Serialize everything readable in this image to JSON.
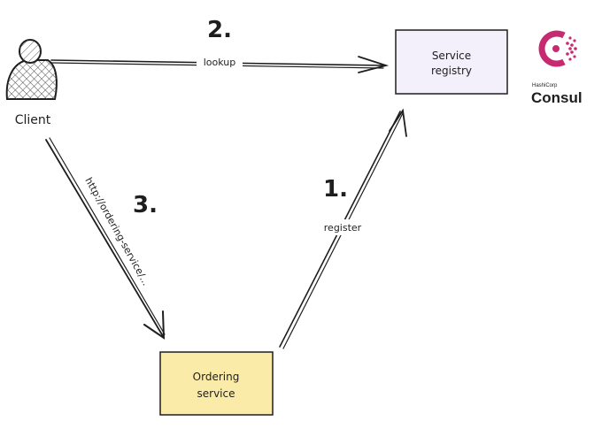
{
  "client": {
    "label": "Client"
  },
  "service_registry": {
    "line1": "Service",
    "line2": "registry",
    "fill": "#f3effb"
  },
  "ordering_service": {
    "line1": "Ordering",
    "line2": "service",
    "fill": "#fbeba8"
  },
  "edges": {
    "lookup": "lookup",
    "register": "register",
    "url": "http://ordering-service/..."
  },
  "steps": {
    "one": "1.",
    "two": "2.",
    "three": "3."
  },
  "logo": {
    "top": "HashiCorp",
    "name": "Consul",
    "color": "#c62a71"
  }
}
